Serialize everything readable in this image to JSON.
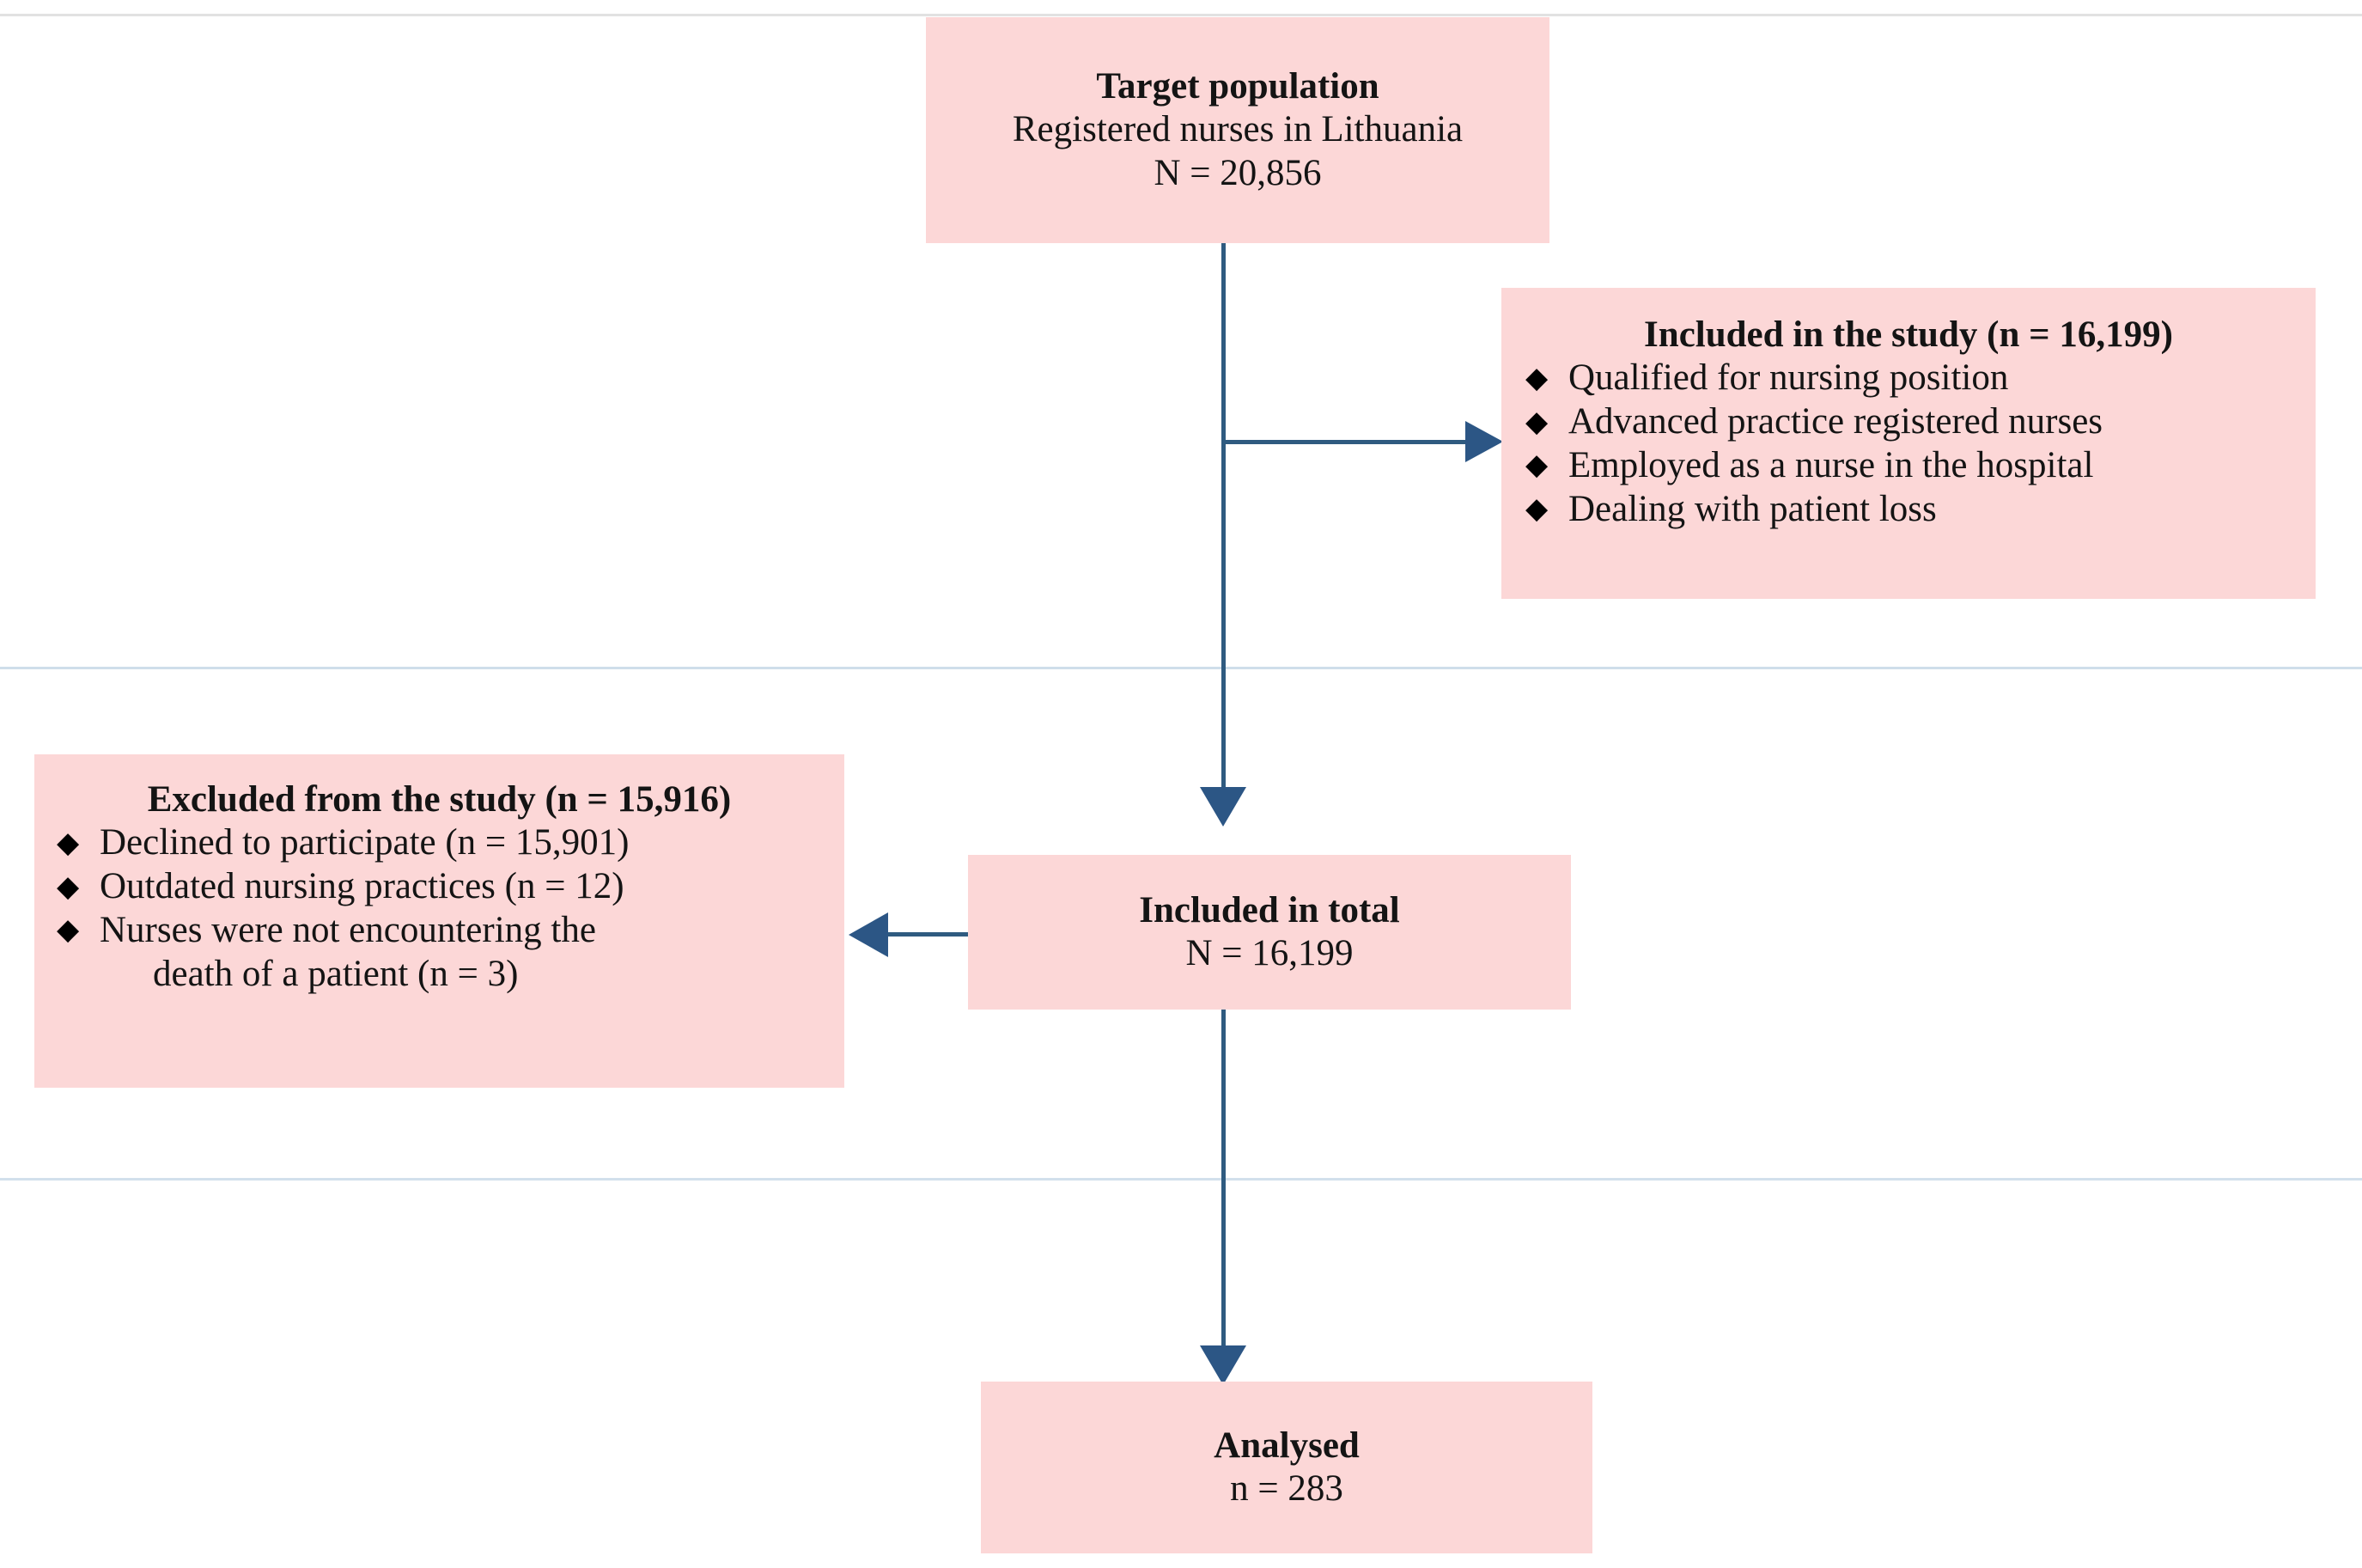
{
  "diagram": {
    "type": "flowchart",
    "title": "Study participant flow diagram",
    "colors": {
      "box_fill": "#fcd7d7",
      "connector": "#2f5b80",
      "arrowhead": "#2c5685",
      "rule_top": "#e2e2e2",
      "rule_mid": "#cfdeea",
      "text": "#141414"
    },
    "bullet_glyph": "◆"
  },
  "nodes": {
    "target_population": {
      "title": "Target population",
      "line2": "Registered nurses in Lithuania",
      "line3": "N = 20,856"
    },
    "included_study": {
      "title": "Included in the study (n = 16,199)",
      "items": [
        "Qualified for nursing position",
        "Advanced practice registered nurses",
        "Employed as a nurse in the hospital",
        "Dealing with patient loss"
      ]
    },
    "excluded_study": {
      "title": "Excluded from the study (n = 15,916)",
      "items": [
        "Declined to participate (n = 15,901)",
        "Outdated nursing practices (n = 12)"
      ],
      "item3_line1": "Nurses were not encountering the",
      "item3_line2": "death of a patient (n = 3)"
    },
    "included_total": {
      "title": "Included in total",
      "line2": "N = 16,199"
    },
    "analysed": {
      "title": "Analysed",
      "line2": "n = 283"
    }
  }
}
